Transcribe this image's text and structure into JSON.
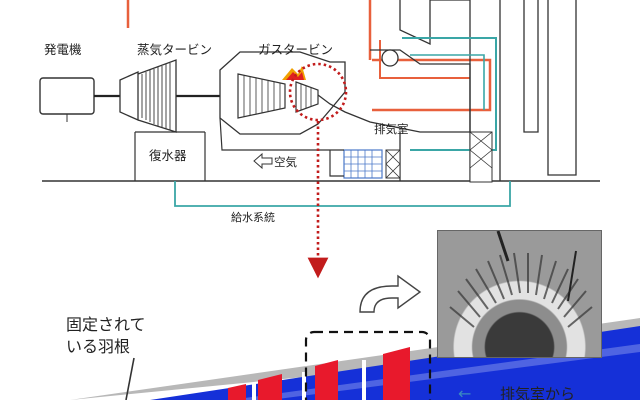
{
  "labels": {
    "generator": "発電機",
    "steam_turbine": "蒸気タービン",
    "gas_turbine": "ガスタービン",
    "condenser": "復水器",
    "exhaust_chamber": "排気室",
    "air": "空気",
    "feedwater": "給水系統",
    "fixed_blade_line1": "固定されて",
    "fixed_blade_line2": "いる羽根",
    "exhaust_from": "排気室から"
  },
  "colors": {
    "steam_pipe": "#e8603c",
    "feedwater_pipe": "#3aa6a6",
    "blade_red": "#e8192c",
    "blade_blue": "#1530d8",
    "callout": "#c21c1c",
    "hrsg_grid": "#4b78c8"
  },
  "icons": {
    "flame": "flame-icon",
    "air_arrow": "arrow-left-icon",
    "flow_arrow": "curved-arrow-icon"
  }
}
